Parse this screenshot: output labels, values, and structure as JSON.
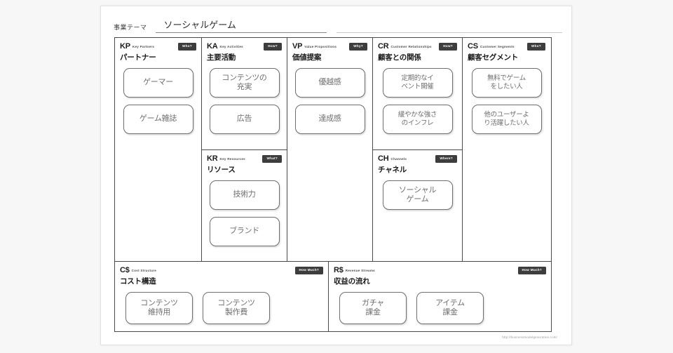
{
  "theme": {
    "label": "事業テーマ",
    "value": "ソーシャルゲーム"
  },
  "footer": {
    "url": "http://businessmodelgeneration.com/"
  },
  "blocks": {
    "kp": {
      "code": "KP",
      "en": "Key Partners",
      "jp": "パートナー",
      "badge": "Who?",
      "cards": [
        "ゲーマー",
        "ゲーム雑誌"
      ]
    },
    "ka": {
      "code": "KA",
      "en": "Key Activities",
      "jp": "主要活動",
      "badge": "How?",
      "cards": [
        "コンテンツの\n充実",
        "広告"
      ]
    },
    "kr": {
      "code": "KR",
      "en": "Key Resources",
      "jp": "リソース",
      "badge": "What?",
      "cards": [
        "技術力",
        "ブランド"
      ]
    },
    "vp": {
      "code": "VP",
      "en": "Value Propositions",
      "jp": "価値提案",
      "badge": "Why?",
      "cards": [
        "優越感",
        "達成感"
      ]
    },
    "cr": {
      "code": "CR",
      "en": "Customer Relationships",
      "jp": "顧客との関係",
      "badge": "How?",
      "cards": [
        "定期的なイ\nベント開催",
        "緩やかな強さ\nのインフレ"
      ]
    },
    "ch": {
      "code": "CH",
      "en": "Channels",
      "jp": "チャネル",
      "badge": "Where?",
      "cards": [
        "ソーシャル\nゲーム"
      ]
    },
    "cs": {
      "code": "CS",
      "en": "Customer Segments",
      "jp": "顧客セグメント",
      "badge": "Who?",
      "cards": [
        "無料でゲーム\nをしたい人",
        "他のユーザーよ\nり活躍したい人"
      ]
    },
    "cost": {
      "code": "C$",
      "en": "Cost Structure",
      "jp": "コスト構造",
      "badge": "How Much?",
      "cards": [
        "コンテンツ\n維持用",
        "コンテンツ\n製作費"
      ]
    },
    "revenue": {
      "code": "R$",
      "en": "Revenue Streams",
      "jp": "収益の流れ",
      "badge": "How Much?",
      "cards": [
        "ガチャ\n課金",
        "アイテム\n課金"
      ]
    }
  }
}
